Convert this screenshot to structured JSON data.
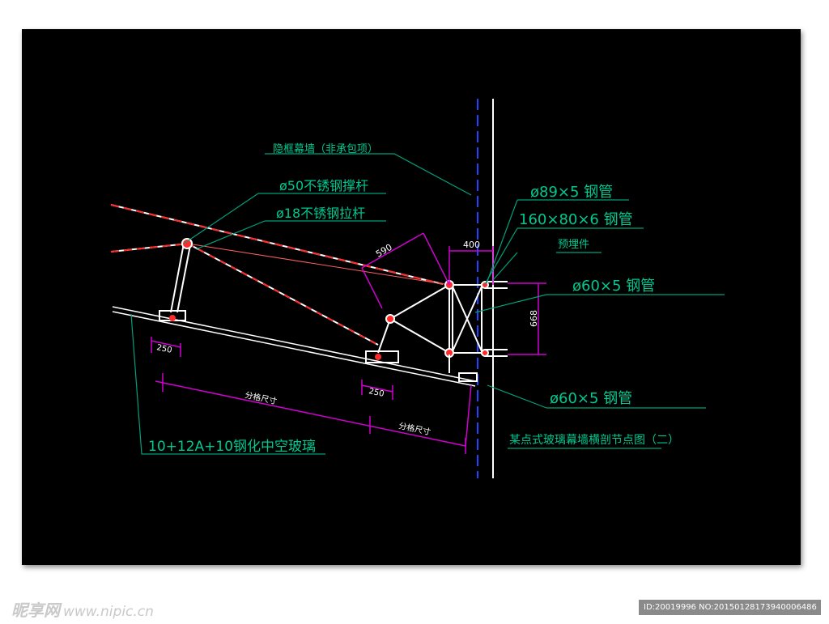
{
  "drawing": {
    "title": "某点式玻璃幕墙横剖节点图（二）",
    "labels": {
      "curtain_wall": "隐框幕墙（非承包项）",
      "tie_rod_50": "ø50不锈钢撑杆",
      "tie_rod_18": "ø18不锈钢拉杆",
      "pipe_89": "ø89×5 钢管",
      "pipe_160": "160×80×6 钢管",
      "embed": "预埋件",
      "pipe_60_top": "ø60×5 钢管",
      "pipe_60_bottom": "ø60×5 钢管",
      "glass": "10+12A+10钢化中空玻璃"
    },
    "dimensions": {
      "d400": "400",
      "d590": "590",
      "d668": "668",
      "d250_left": "250",
      "d250_mid": "250",
      "grid_left": "分格尺寸",
      "grid_right": "分格尺寸"
    },
    "colors": {
      "background": "#000000",
      "leader": "#00a07a",
      "dimension": "#d000d0",
      "structure": "#ffffff",
      "rod": "#ff2a2a",
      "axis": "#2244ff"
    }
  },
  "watermark": {
    "logo": "昵享网",
    "url": "www.nipic.cn"
  },
  "image_id": "ID:20019996 NO:20150128173940006486"
}
